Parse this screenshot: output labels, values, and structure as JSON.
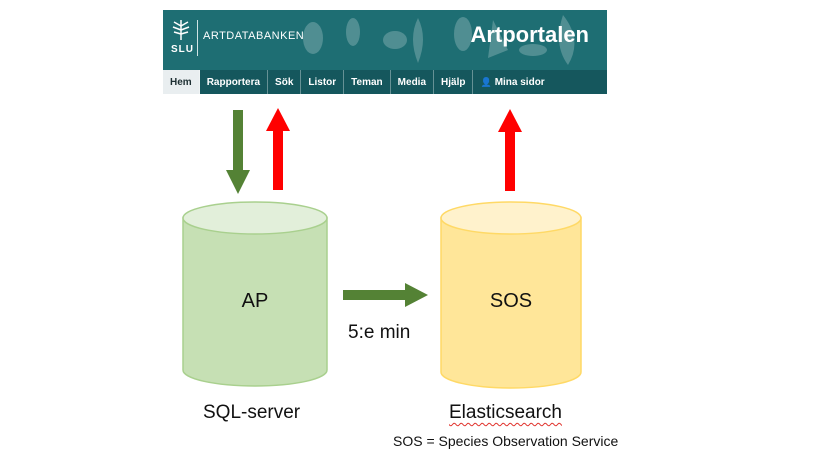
{
  "header": {
    "logo_text": "SLU",
    "org_name": "ARTDATABANKEN",
    "app_title": "Artportalen",
    "colors": {
      "banner": "#1e6e73",
      "nav_active": "#e9eef0"
    }
  },
  "nav": {
    "items": [
      {
        "label": "Hem",
        "active": true
      },
      {
        "label": "Rapportera",
        "active": false
      },
      {
        "label": "Sök",
        "active": false
      },
      {
        "label": "Listor",
        "active": false
      },
      {
        "label": "Teman",
        "active": false
      },
      {
        "label": "Media",
        "active": false
      },
      {
        "label": "Hjälp",
        "active": false
      },
      {
        "label": "Mina sidor",
        "active": false,
        "icon": "person-icon"
      }
    ]
  },
  "databases": {
    "ap": {
      "label": "AP",
      "caption": "SQL-server",
      "color": "#c6e0b4"
    },
    "sos": {
      "label": "SOS",
      "caption": "Elasticsearch",
      "color": "#ffe699"
    }
  },
  "sync": {
    "label": "5:e min"
  },
  "footnote": "SOS = Species Observation Service",
  "arrow_colors": {
    "write": "#548235",
    "read": "#ff0000"
  }
}
